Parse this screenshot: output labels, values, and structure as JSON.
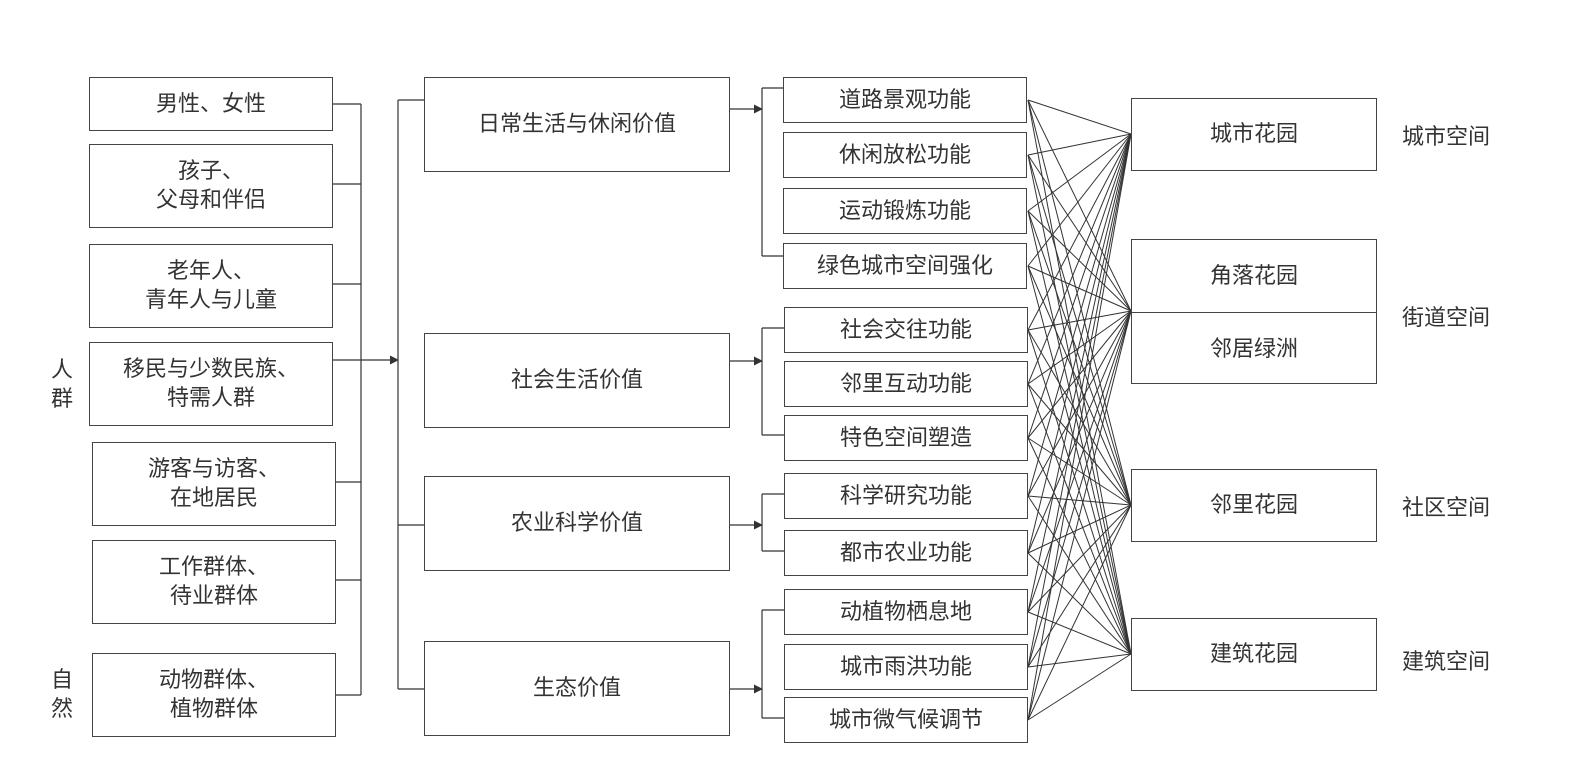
{
  "side_labels": {
    "people": "人群",
    "nature": "自然"
  },
  "groups": [
    {
      "l1": "男性、女性",
      "l2": ""
    },
    {
      "l1": "孩子、",
      "l2": "父母和伴侣"
    },
    {
      "l1": "老年人、",
      "l2": "青年人与儿童"
    },
    {
      "l1": "移民与少数民族、",
      "l2": "特需人群"
    },
    {
      "l1": "游客与访客、",
      "l2": "在地居民"
    },
    {
      "l1": "工作群体、",
      "l2": "待业群体"
    },
    {
      "l1": "动物群体、",
      "l2": "植物群体"
    }
  ],
  "values": [
    "日常生活与休闲价值",
    "社会生活价值",
    "农业科学价值",
    "生态价值"
  ],
  "functions": [
    "道路景观功能",
    "休闲放松功能",
    "运动锻炼功能",
    "绿色城市空间强化",
    "社会交往功能",
    "邻里互动功能",
    "特色空间塑造",
    "科学研究功能",
    "都市农业功能",
    "动植物栖息地",
    "城市雨洪功能",
    "城市微气候调节"
  ],
  "gardens": {
    "city": "城市花园",
    "corner": "角落花园",
    "oasis": "邻居绿洲",
    "neighborhood": "邻里花园",
    "building": "建筑花园"
  },
  "spaces": [
    "城市空间",
    "街道空间",
    "社区空间",
    "建筑空间"
  ],
  "line_color": "#333333"
}
